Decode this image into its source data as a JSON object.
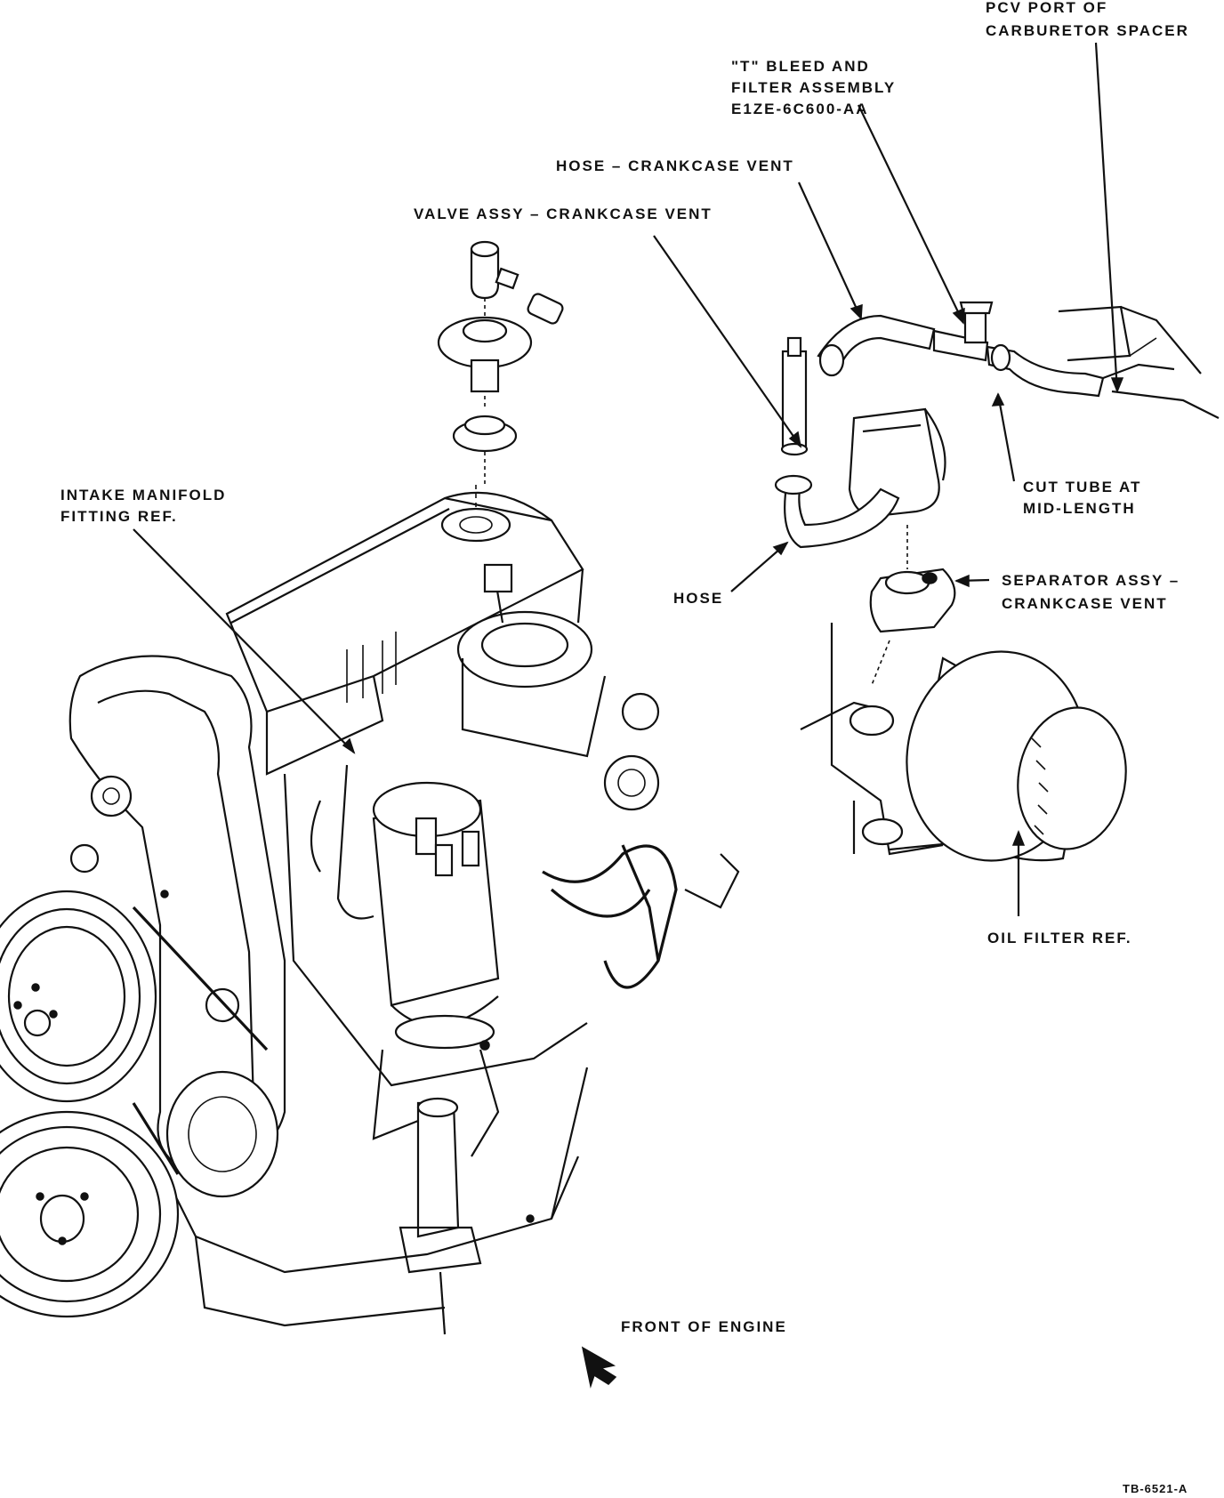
{
  "colors": {
    "ink": "#111111",
    "paper": "#ffffff"
  },
  "labels": {
    "pcv_port_line1": "PCV PORT OF",
    "pcv_port_line2": "CARBURETOR SPACER",
    "t_bleed_line1": "\"T\" BLEED AND",
    "t_bleed_line2": "FILTER ASSEMBLY",
    "t_bleed_line3": "E1ZE-6C600-AA",
    "hose_crankcase_vent": "HOSE – CRANKCASE VENT",
    "valve_assy": "VALVE ASSY – CRANKCASE VENT",
    "intake_line1": "INTAKE MANIFOLD",
    "intake_line2": "FITTING REF.",
    "cut_tube_line1": "CUT TUBE AT",
    "cut_tube_line2": "MID-LENGTH",
    "separator_line1": "SEPARATOR ASSY –",
    "separator_line2": "CRANKCASE VENT",
    "hose": "HOSE",
    "oil_filter": "OIL FILTER REF.",
    "front_of_engine": "FRONT OF ENGINE",
    "figure_number": "TB-6521-A"
  },
  "icons": [
    "front-direction-arrow-icon"
  ]
}
